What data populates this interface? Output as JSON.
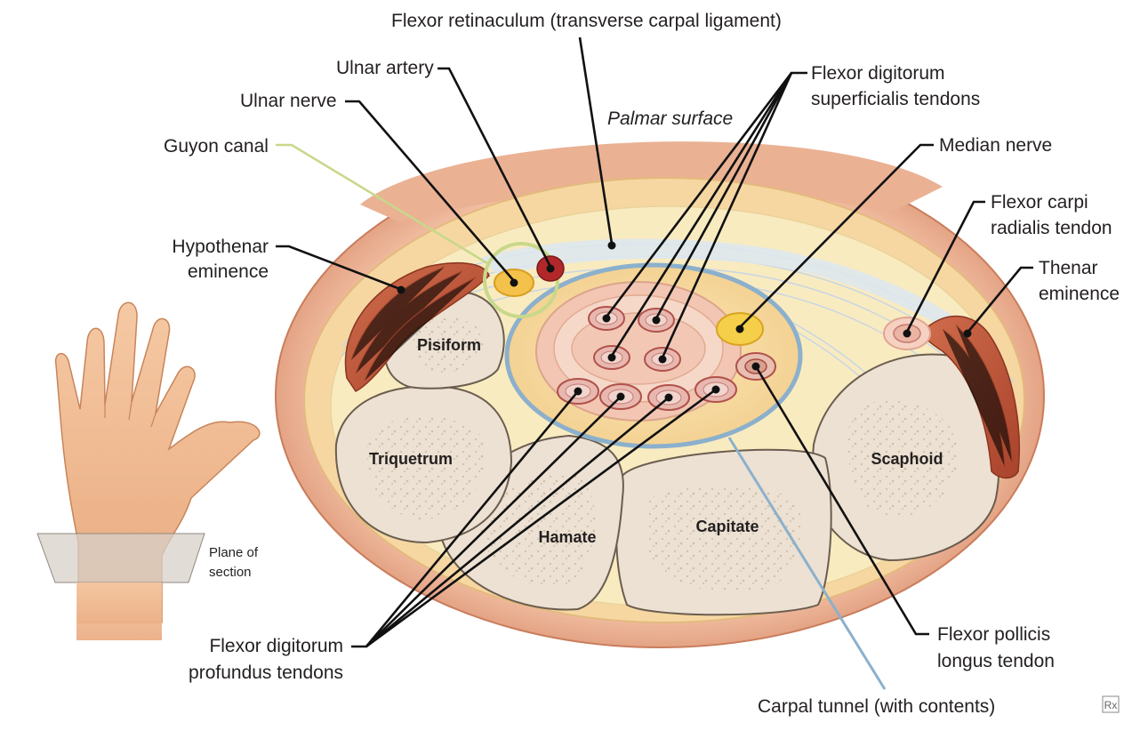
{
  "labels": {
    "flexor_retinaculum": "Flexor retinaculum (transverse carpal ligament)",
    "ulnar_artery": "Ulnar artery",
    "ulnar_nerve": "Ulnar nerve",
    "guyon_canal": "Guyon canal",
    "palmar_surface": "Palmar surface",
    "fds_line1": "Flexor digitorum",
    "fds_line2": "superficialis tendons",
    "median_nerve": "Median nerve",
    "fcr_line1": "Flexor carpi",
    "fcr_line2": "radialis tendon",
    "hypothenar_line1": "Hypothenar",
    "hypothenar_line2": "eminence",
    "thenar_line1": "Thenar",
    "thenar_line2": "eminence",
    "fdp_line1": "Flexor digitorum",
    "fdp_line2": "profundus tendons",
    "fpl_line1": "Flexor pollicis",
    "fpl_line2": "longus tendon",
    "carpal_tunnel": "Carpal tunnel (with contents)",
    "plane_line1": "Plane of",
    "plane_line2": "section"
  },
  "bones": {
    "pisiform": "Pisiform",
    "triquetrum": "Triquetrum",
    "hamate": "Hamate",
    "capitate": "Capitate",
    "scaphoid": "Scaphoid"
  },
  "logo": "Rx",
  "colors": {
    "skin": "#e9a98a",
    "fat": "#f8e5a6",
    "muscle": "#c65a3b",
    "carpal_tunnel_ring": "#8cb0cc",
    "guyon_ring": "#c8d88a",
    "bone": "#ece1d2",
    "artery": "#b2282a",
    "nerve": "#f2c13a"
  },
  "icons": [
    "hand-illustration",
    "rx-logo"
  ]
}
